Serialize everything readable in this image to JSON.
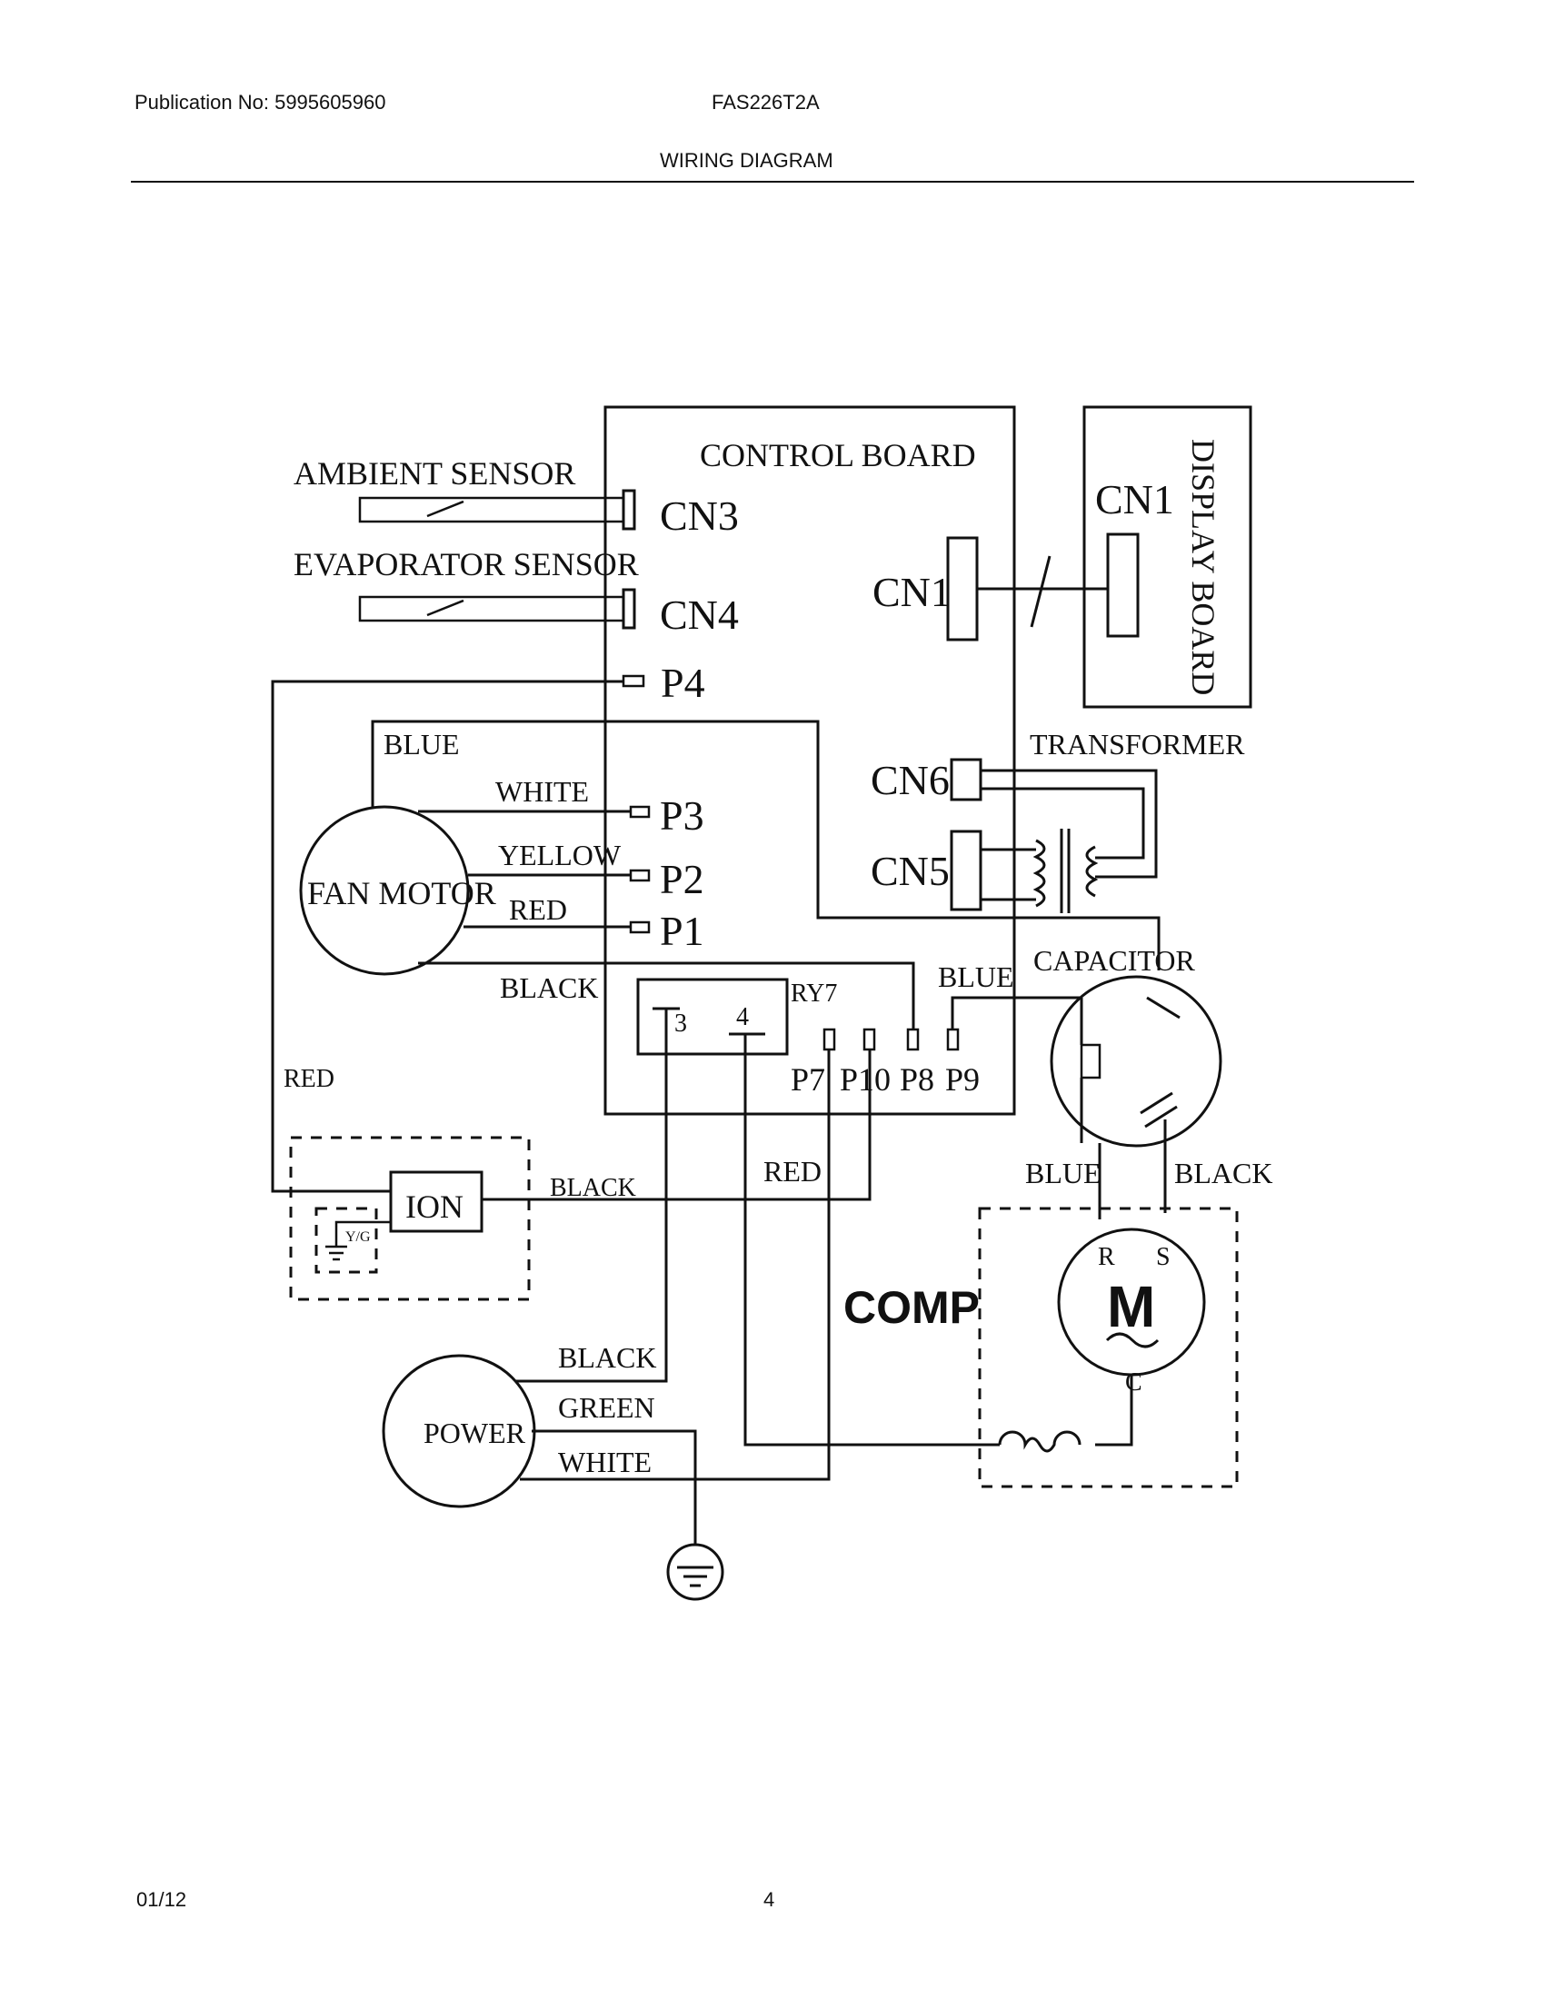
{
  "header": {
    "publication": "Publication No: 5995605960",
    "model": "FAS226T2A",
    "title": "WIRING DIAGRAM"
  },
  "footer": {
    "date": "01/12",
    "page": "4"
  },
  "diagram": {
    "control_board": "CONTROL BOARD",
    "display_board": "DISPLAY BOARD",
    "ambient_sensor": "AMBIENT SENSOR",
    "evaporator_sensor": "EVAPORATOR SENSOR",
    "cn3": "CN3",
    "cn4": "CN4",
    "cn1_board": "CN1",
    "cn1_display": "CN1",
    "cn6": "CN6",
    "cn5": "CN5",
    "transformer": "TRANSFORMER",
    "p4": "P4",
    "p3": "P3",
    "p2": "P2",
    "p1": "P1",
    "fan_motor": "FAN MOTOR",
    "wire_blue_fan": "BLUE",
    "wire_white": "WHITE",
    "wire_yellow": "YELLOW",
    "wire_red_fan": "RED",
    "wire_black_fan": "BLACK",
    "ry7": "RY7",
    "relay_3": "3",
    "relay_4": "4",
    "p7": "P7",
    "p10": "P10",
    "p8": "P8",
    "p9": "P9",
    "wire_blue_p9": "BLUE",
    "capacitor": "CAPACITOR",
    "wire_red_ion": "RED",
    "ion": "ION",
    "yg": "Y/G",
    "wire_black_ion": "BLACK",
    "wire_red_p10": "RED",
    "wire_blue_comp": "BLUE",
    "wire_black_comp": "BLACK",
    "comp": "COMP",
    "motor_m": "M",
    "terminal_r": "R",
    "terminal_s": "S",
    "terminal_c": "C",
    "power": "POWER",
    "wire_black_power": "BLACK",
    "wire_green_power": "GREEN",
    "wire_white_power": "WHITE"
  }
}
